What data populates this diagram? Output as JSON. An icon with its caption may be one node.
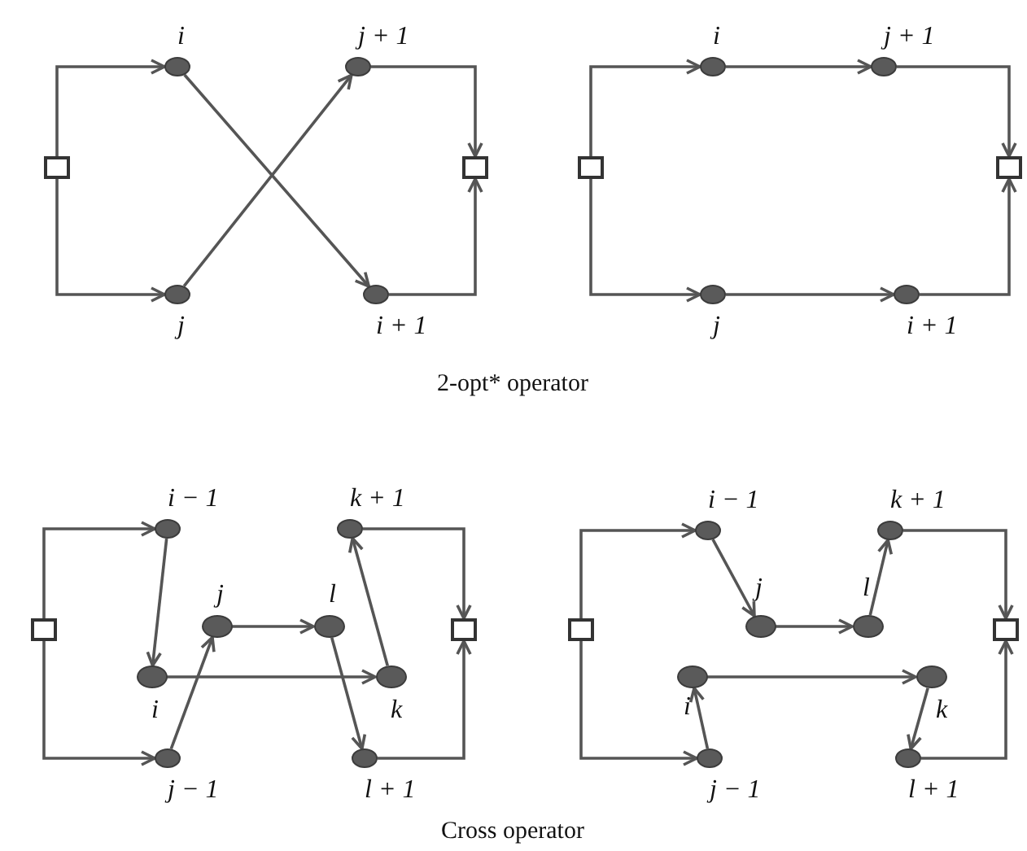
{
  "diagram": {
    "nodes": [
      {
        "text": [],
        "shape": "box"
      },
      {
        "text": [
          "i"
        ]
      },
      {
        "text": [
          "j + 1"
        ]
      },
      {
        "text": [
          "j"
        ]
      },
      {
        "text": [
          "i + 1"
        ]
      },
      {
        "text": [],
        "shape": "box"
      },
      {
        "text": [],
        "shape": "box"
      },
      {
        "text": [
          "i"
        ]
      },
      {
        "text": [
          "j + 1"
        ]
      },
      {
        "text": [
          "j"
        ]
      },
      {
        "text": [
          "i + 1"
        ]
      },
      {
        "text": [],
        "shape": "box"
      },
      {
        "text": [],
        "shape": "box"
      },
      {
        "text": [
          "i − 1"
        ]
      },
      {
        "text": [
          "k + 1"
        ]
      },
      {
        "text": [
          "j"
        ]
      },
      {
        "text": [
          "l"
        ]
      },
      {
        "text": [
          "i"
        ]
      },
      {
        "text": [
          "k"
        ]
      },
      {
        "text": [
          "j − 1"
        ]
      },
      {
        "text": [
          "l + 1"
        ]
      },
      {
        "text": [],
        "shape": "box"
      },
      {
        "text": [],
        "shape": "box"
      },
      {
        "text": [
          "i − 1"
        ]
      },
      {
        "text": [
          "k + 1"
        ]
      },
      {
        "text": [
          "j"
        ]
      },
      {
        "text": [
          "l"
        ]
      },
      {
        "text": [
          "i"
        ]
      },
      {
        "text": [
          "k"
        ]
      },
      {
        "text": [
          "j − 1"
        ]
      },
      {
        "text": [
          "l + 1"
        ]
      },
      {
        "text": [],
        "shape": "box"
      }
    ],
    "edges": [
      {
        "from": 0,
        "to": 1,
        "arrow": "to"
      },
      {
        "from": 0,
        "to": 3,
        "arrow": "to"
      },
      {
        "from": 1,
        "to": 4,
        "arrow": "to"
      },
      {
        "from": 3,
        "to": 2,
        "arrow": "to"
      },
      {
        "from": 2,
        "to": 5,
        "arrow": "to"
      },
      {
        "from": 4,
        "to": 5,
        "arrow": "to"
      },
      {
        "from": 6,
        "to": 7,
        "arrow": "to"
      },
      {
        "from": 6,
        "to": 9,
        "arrow": "to"
      },
      {
        "from": 7,
        "to": 8,
        "arrow": "to"
      },
      {
        "from": 9,
        "to": 10,
        "arrow": "to"
      },
      {
        "from": 8,
        "to": 11,
        "arrow": "to"
      },
      {
        "from": 10,
        "to": 11,
        "arrow": "to"
      },
      {
        "from": 12,
        "to": 13,
        "arrow": "to"
      },
      {
        "from": 12,
        "to": 19,
        "arrow": "to"
      },
      {
        "from": 13,
        "to": 17,
        "arrow": "to"
      },
      {
        "from": 17,
        "to": 18,
        "arrow": "to"
      },
      {
        "from": 18,
        "to": 14,
        "arrow": "to"
      },
      {
        "from": 19,
        "to": 15,
        "arrow": "to"
      },
      {
        "from": 15,
        "to": 16,
        "arrow": "to"
      },
      {
        "from": 16,
        "to": 20,
        "arrow": "to"
      },
      {
        "from": 14,
        "to": 21,
        "arrow": "to"
      },
      {
        "from": 20,
        "to": 21,
        "arrow": "to"
      },
      {
        "from": 22,
        "to": 23,
        "arrow": "to"
      },
      {
        "from": 22,
        "to": 29,
        "arrow": "to"
      },
      {
        "from": 23,
        "to": 25,
        "arrow": "to"
      },
      {
        "from": 25,
        "to": 26,
        "arrow": "to"
      },
      {
        "from": 26,
        "to": 24,
        "arrow": "to"
      },
      {
        "from": 29,
        "to": 27,
        "arrow": "to"
      },
      {
        "from": 27,
        "to": 28,
        "arrow": "to"
      },
      {
        "from": 28,
        "to": 30,
        "arrow": "to"
      },
      {
        "from": 24,
        "to": 31,
        "arrow": "to"
      },
      {
        "from": 30,
        "to": 31,
        "arrow": "to"
      }
    ],
    "labels": [
      "2-opt* operator",
      "Cross operator"
    ]
  }
}
